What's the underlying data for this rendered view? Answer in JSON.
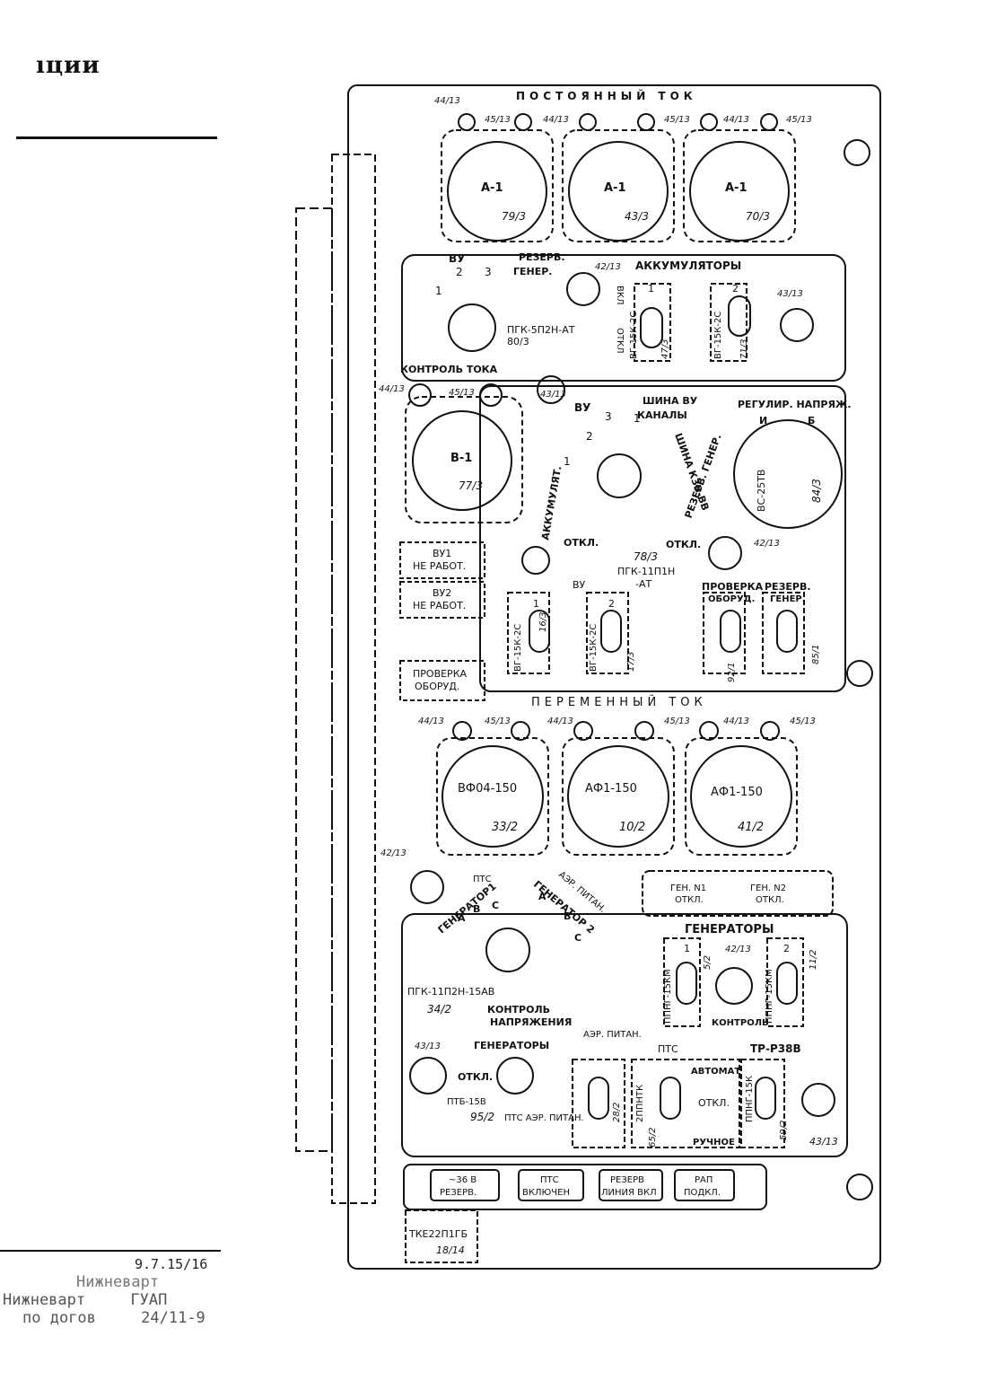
{
  "page": {
    "heading_fragment": "ıции",
    "stamp": {
      "line1": "9.7.15/16",
      "line2": "Нижневарт",
      "line3_left": "ГУАП",
      "line4": "по догов",
      "line4_right": "24/11-9"
    }
  },
  "panel": {
    "dc_title": "ПОСТОЯННЫЙ ТОК",
    "ac_title": "ПЕРЕМЕННЫЙ ТОК",
    "dc_meters": [
      {
        "type": "А-1",
        "ref": "79/3"
      },
      {
        "type": "А-1",
        "ref": "43/3"
      },
      {
        "type": "А-1",
        "ref": "70/3"
      }
    ],
    "ac_meters": [
      {
        "type": "ВФ04-150",
        "ref": "33/2"
      },
      {
        "type": "АФ1-150",
        "ref": "10/2"
      },
      {
        "type": "АФ1-150",
        "ref": "41/2"
      }
    ],
    "volt_meter": {
      "type": "В-1",
      "ref": "77/3"
    },
    "lamp_refs": {
      "r4413": "44/13",
      "r4513": "45/13",
      "r4213": "42/13",
      "r4313": "43/13"
    },
    "current_ctrl": {
      "title": "КОНТРОЛЬ ТОКА",
      "switch": "ПГК-5П2Н-АТ",
      "ref": "80/3",
      "pos_vu": "ВУ",
      "pos_1": "1",
      "pos_2": "2",
      "pos_3": "3",
      "pos_rezerv": "РЕЗЕРВ.",
      "pos_gener": "ГЕНЕР."
    },
    "accumulators": {
      "title": "АККУМУЛЯТОРЫ",
      "sw1_label": "1",
      "sw2_label": "2",
      "sw_type": "ВГ-15К-2С",
      "sw1_ref": "47/3",
      "sw2_ref": "71/3",
      "vkl": "ВКЛ",
      "otkl": "ОТКЛ"
    },
    "selector": {
      "switch": "ПГК-11П1Н",
      "switch_suffix": "-АТ",
      "ref": "78/3",
      "bus_vu": "ШИНА ВУ",
      "kanaly": "КАНАЛЫ",
      "bus_kzv": "ШИНА КЗВ-ВВ",
      "rezerv_gener": "РЕЗЕРВ. ГЕНЕР.",
      "akkumulyat": "АККУМУЛЯТ.",
      "otkl": "ОТКЛ.",
      "vu": "ВУ",
      "n1": "1",
      "n2": "2",
      "n3": "3"
    },
    "regulator": {
      "title": "РЕГУЛИР. НАПРЯЖ.",
      "i": "И",
      "b": "Б",
      "type": "ВС-25ТВ",
      "ref": "84/3"
    },
    "vu_switches": {
      "title": "ВУ",
      "sw1": "1",
      "sw2": "2",
      "sw_type": "ВГ-15К-2С",
      "ref1": "16/3",
      "ref2": "17/3"
    },
    "check_switches": {
      "proverka": "ПРОВЕРКА",
      "oborud": "ОБОРУД.",
      "rezerv": "РЕЗЕРВ.",
      "gener": "ГЕНЕР.",
      "ref1": "92/1",
      "ref2": "85/1"
    },
    "lamp_labels": {
      "vu1_line1": "ВУ1",
      "vu1_line2": "НЕ РАБОТ.",
      "vu2_line1": "ВУ2",
      "vu2_line2": "НЕ РАБОТ.",
      "check_line1": "ПРОВЕРКА",
      "check_line2": "ОБОРУД."
    },
    "voltage_ctrl": {
      "gen1": "ГЕНЕРАТОР1",
      "gen2": "ГЕНЕРАТОР 2",
      "pts": "ПТС",
      "aer_pitan": "АЭР. ПИТАН.",
      "a": "А",
      "b": "В",
      "c": "С",
      "switch": "ПГК-11П2Н-15АВ",
      "ref": "34/2",
      "title1": "КОНТРОЛЬ",
      "title2": "НАПРЯЖЕНИЯ"
    },
    "gen_lamps": {
      "g1_line1": "ГЕН. N1",
      "g1_line2": "ОТКЛ.",
      "g2_line1": "ГЕН. N2",
      "g2_line2": "ОТКЛ."
    },
    "generators": {
      "title": "ГЕНЕРАТОРЫ",
      "sw_type": "ППНГ-15КМ",
      "sw1": "1",
      "sw2": "2",
      "ref1": "5/2",
      "ref2": "11/2",
      "kontrol": "КОНТРОЛЬ"
    },
    "bottom": {
      "generatory": "ГЕНЕРАТОРЫ",
      "otkl": "ОТКЛ.",
      "ptb": "ПТБ-15В",
      "ptb_ref": "95/2",
      "pts_aer": "ПТС АЭР. ПИТАН.",
      "aer_pitan_title": "АЭР. ПИТАН.",
      "aer_ref": "28/2",
      "pts_title": "ПТС",
      "avtomat": "АВТОМАТ",
      "ruchnoe": "РУЧНОЕ",
      "pts_type": "2ППНТК",
      "pts_ref": "65/2",
      "tr_title": "ТР-Р38В",
      "tr_type": "ППНГ-15К",
      "tr_ref": "59/2"
    },
    "bottom_lamps": {
      "l1a": "~36 В",
      "l1b": "РЕЗЕРВ.",
      "l2a": "ПТС",
      "l2b": "ВКЛЮЧЕН",
      "l3a": "РЕЗЕРВ",
      "l3b": "ЛИНИЯ ВКЛ",
      "l4a": "РАП",
      "l4b": "ПОДКЛ."
    },
    "connector": {
      "type": "ТКЕ22П1ГБ",
      "ref": "18/14"
    }
  }
}
